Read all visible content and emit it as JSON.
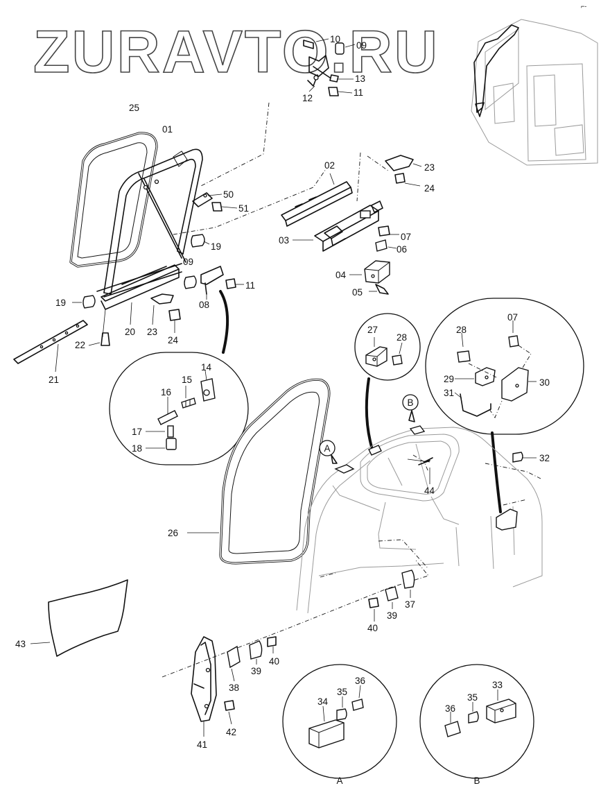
{
  "watermark": "ZURAVTO.RU",
  "corner_mark": "⌐-",
  "callouts": {
    "p01": "01",
    "p02": "02",
    "p03": "03",
    "p04": "04",
    "p05": "05",
    "p06": "06",
    "p07a": "07",
    "p07b": "07",
    "p08": "08",
    "p09a": "09",
    "p09b": "09",
    "p10": "10",
    "p11a": "11",
    "p11b": "11",
    "p12": "12",
    "p13": "13",
    "p14": "14",
    "p15": "15",
    "p16": "16",
    "p17": "17",
    "p18": "18",
    "p19a": "19",
    "p19b": "19",
    "p20": "20",
    "p21": "21",
    "p22": "22",
    "p23a": "23",
    "p23b": "23",
    "p24a": "24",
    "p24b": "24",
    "p25": "25",
    "p26": "26",
    "p27": "27",
    "p28a": "28",
    "p28b": "28",
    "p29": "29",
    "p30": "30",
    "p31": "31",
    "p32": "32",
    "p33": "33",
    "p34": "34",
    "p35a": "35",
    "p35b": "35",
    "p36a": "36",
    "p36b": "36",
    "p37": "37",
    "p38": "38",
    "p39a": "39",
    "p39b": "39",
    "p40a": "40",
    "p40b": "40",
    "p41": "41",
    "p42": "42",
    "p43": "43",
    "p44": "44",
    "p50": "50",
    "p51": "51"
  },
  "view_markers": {
    "a": "A",
    "b": "B"
  },
  "detail_titles": {
    "a": "A",
    "b": "B"
  }
}
